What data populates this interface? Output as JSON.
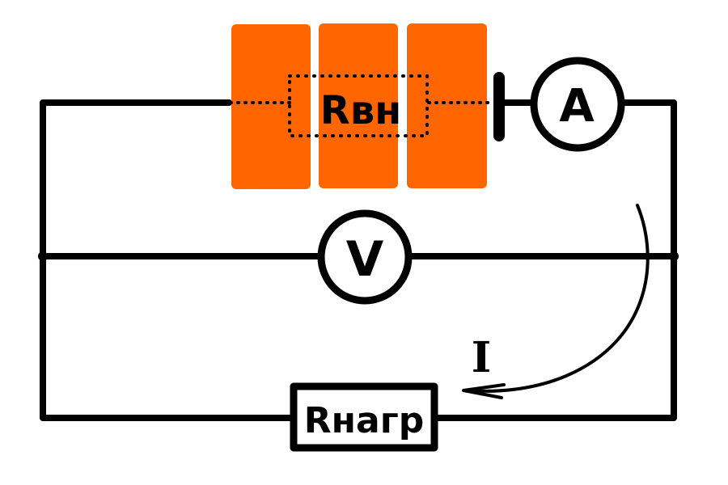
{
  "internal_resistance": {
    "label": "Rвн"
  },
  "ammeter": {
    "label": "A"
  },
  "voltmeter": {
    "label": "V"
  },
  "load_resistor": {
    "label": "Rнагр"
  },
  "current": {
    "label": "I"
  },
  "colors": {
    "battery_cells": "#FF6600",
    "wire": "#000000",
    "background": "#FFFFFF"
  }
}
